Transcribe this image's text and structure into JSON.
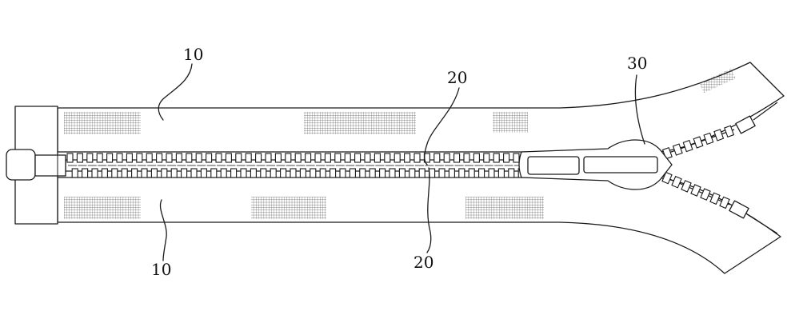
{
  "labels": {
    "tape_upper": "10",
    "tape_lower": "10",
    "teeth_upper": "20",
    "teeth_lower": "20",
    "slider": "30"
  }
}
